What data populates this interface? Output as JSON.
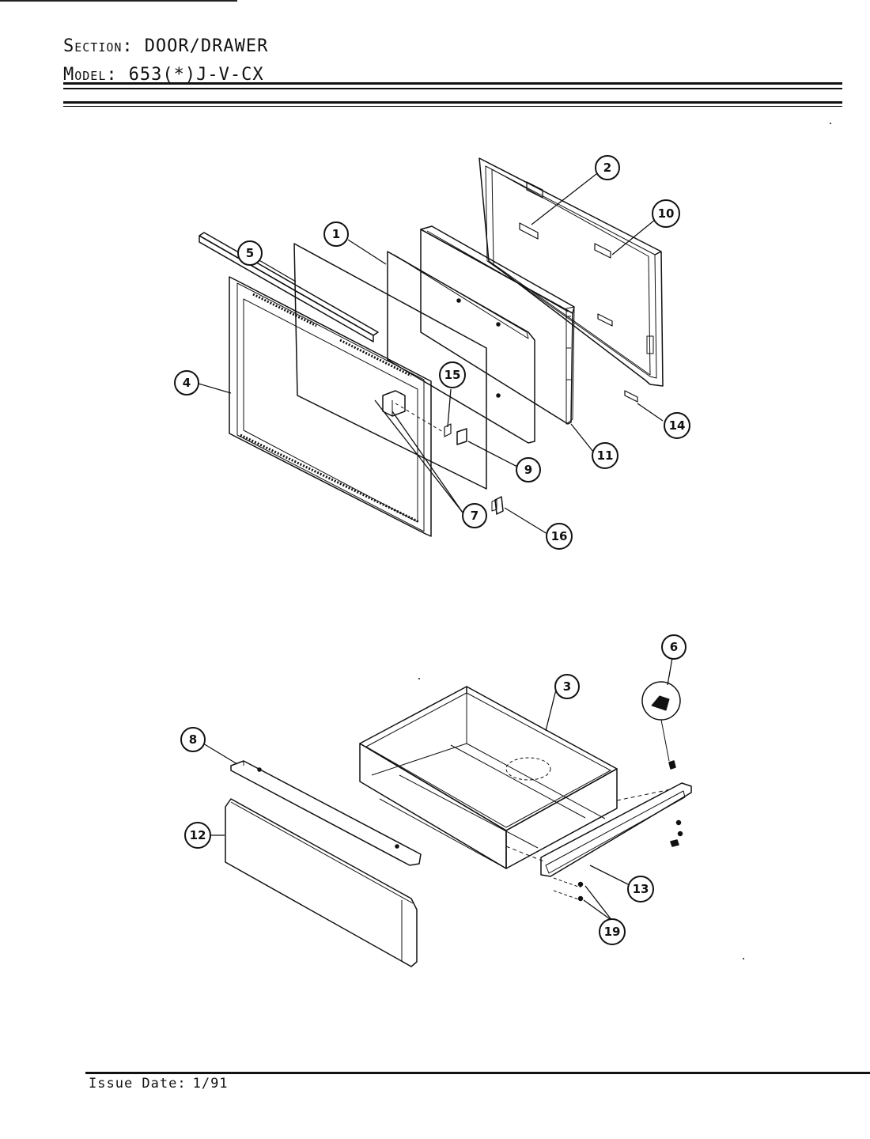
{
  "header": {
    "section_label": "Section:",
    "section_value": "DOOR/DRAWER",
    "model_label": "Model:",
    "model_value": "653(*)J-V-CX"
  },
  "footer": {
    "issue_label": "Issue Date:",
    "issue_value": "1/91"
  },
  "callouts": [
    "1",
    "2",
    "3",
    "4",
    "5",
    "6",
    "7",
    "8",
    "9",
    "10",
    "11",
    "12",
    "13",
    "14",
    "15",
    "16",
    "19"
  ],
  "colors": {
    "ink": "#111111",
    "paper": "#ffffff"
  }
}
